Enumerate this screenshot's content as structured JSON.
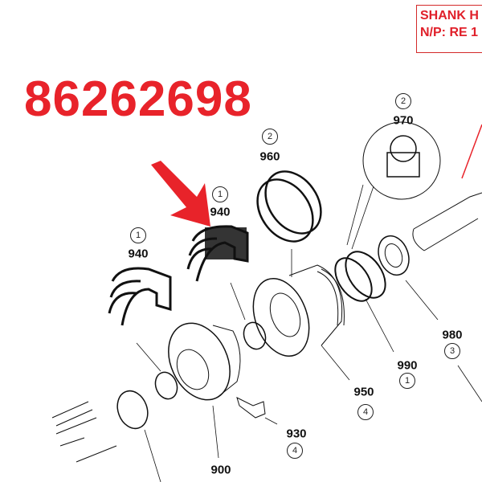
{
  "part_number": "86262698",
  "note_box": {
    "line1": "SHANK H",
    "line2": "N/P: RE 1"
  },
  "callouts": [
    {
      "part": "940",
      "qty": "1"
    },
    {
      "part": "940",
      "qty": "1"
    },
    {
      "part": "960",
      "qty": "2"
    },
    {
      "part": "970",
      "qty": "2"
    },
    {
      "part": "980",
      "qty": "3"
    },
    {
      "part": "990",
      "qty": "1"
    },
    {
      "part": "950",
      "qty": "4"
    },
    {
      "part": "930",
      "qty": "4"
    },
    {
      "part": "900"
    }
  ],
  "colors": {
    "highlight": "#e8232a",
    "line": "#111111"
  }
}
